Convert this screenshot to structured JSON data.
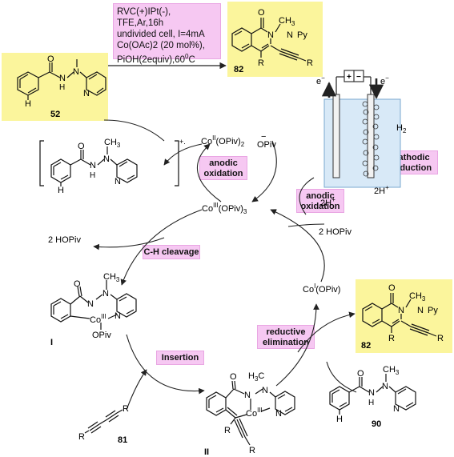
{
  "conditions": {
    "line1": "RVC(+)IPt(-), TFE,Ar,16h",
    "line2": "undivided cell, I=4mA",
    "line3": "Co(OAc)2 (20 mol%),",
    "line4": "PiOH(2equiv),60",
    "line4_sup": "0",
    "line4_end": "C"
  },
  "compounds": {
    "c52": "52",
    "c82_top": "82",
    "c82_right": "82",
    "c81": "81",
    "c90": "90",
    "cI": "I",
    "cII": "II"
  },
  "steps": {
    "anodic_oxidation_1": [
      "anodic",
      "oxidation"
    ],
    "anodic_oxidation_2": [
      "anodic",
      "oxidation"
    ],
    "cathodic_reduction": [
      "cathodic",
      "reduction"
    ],
    "ch_cleavage": "C-H cleavage",
    "insertion": "Insertion",
    "reductive_elimination": [
      "reductive",
      "elimination"
    ]
  },
  "species": {
    "co2": "Co",
    "co2_sup": "II",
    "co2_rest": "(OPiv)",
    "co2_sub": "2",
    "co3": "Co",
    "co3_sup": "III",
    "co3_rest": "(OPiv)",
    "co3_sub": "3",
    "co1": "Co",
    "co1_sup": "I",
    "co1_rest": "(OPiv)",
    "opiv_minus": "OPiv",
    "minus_sign": "−",
    "two_hopiv_left": "2 HOPiv",
    "two_hopiv_right": "2 HOPiv",
    "h2": "H",
    "h2_sub": "2",
    "two_hplus_a": "2H",
    "two_hplus_b": "2H",
    "plus": "+",
    "radical_cation": "+.",
    "electron": "e",
    "electron_sup": "−"
  },
  "atoms": {
    "O": "O",
    "N": "N",
    "H": "H",
    "CH3": "CH",
    "sub3": "3",
    "Py": "Py",
    "R": "R",
    "OPiv": "OPiv",
    "Co": "Co",
    "CoIII_sup": "III",
    "H3C": "H"
  },
  "colors": {
    "highlight_yellow": "#fbf59c",
    "highlight_pink": "#f6c8f2",
    "cell_blue": "#d8e9f7"
  }
}
